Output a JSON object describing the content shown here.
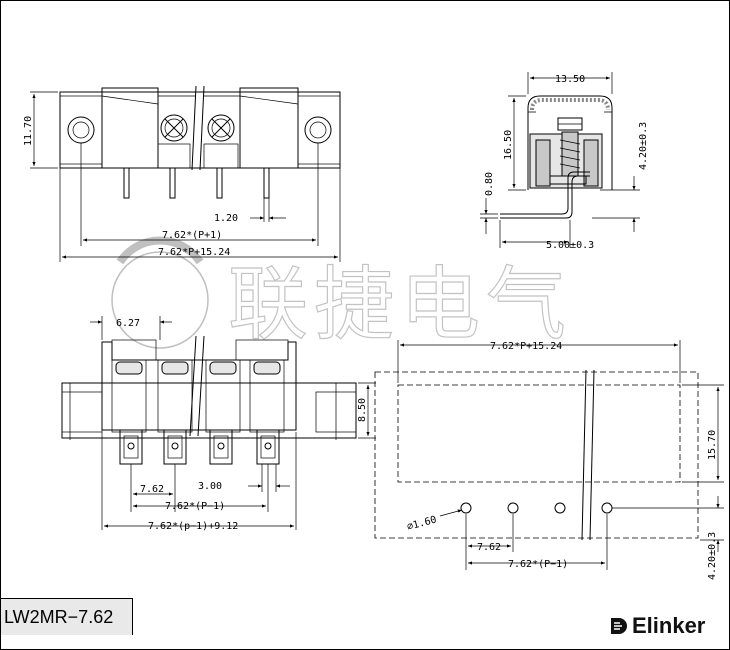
{
  "model_label": "LW2MR−7.62",
  "brand": "Elinker",
  "watermark": "联捷电气",
  "dims": {
    "height_1170": "11.70",
    "pitch_1_20": "1.20",
    "span_p1": "7.62*(P+1)",
    "span_p1524": "7.62*P+15.24",
    "side_1350": "13.50",
    "side_1650": "16.50",
    "side_420": "4.20±0.3",
    "side_080": "0.80",
    "side_500": "5.00±0.3",
    "bottom_627": "6.27",
    "bottom_850": "8.50",
    "bottom_300": "3.00",
    "bottom_762": "7.62",
    "bottom_pm1": "7.62*(P−1)",
    "bottom_total": "7.62*(p−1)+9.12",
    "pcb_width": "7.62*P+15.24",
    "pcb_1570": "15.70",
    "pcb_hole": "⌀1.60",
    "pcb_762": "7.62",
    "pcb_pm1": "7.62*(P−1)",
    "pcb_420": "4.20±0.3"
  }
}
